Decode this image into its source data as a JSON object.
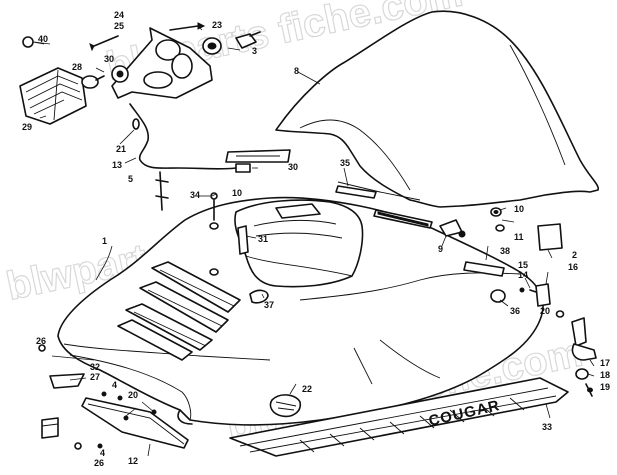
{
  "watermark": "blwparts fiche.com",
  "decal_text": "COUGAR",
  "callouts": {
    "c1": "1",
    "c2": "2",
    "c3": "3",
    "c4a": "4",
    "c4b": "4",
    "c5": "5",
    "c8": "8",
    "c9": "9",
    "c10a": "10",
    "c10b": "10",
    "c11": "11",
    "c12": "12",
    "c13": "13",
    "c14": "14",
    "c15": "15",
    "c16": "16",
    "c17": "17",
    "c18": "18",
    "c19": "19",
    "c20a": "20",
    "c20b": "20",
    "c21": "21",
    "c22": "22",
    "c23": "23",
    "c24": "24",
    "c25": "25",
    "c26a": "26",
    "c26b": "26",
    "c27": "27",
    "c28": "28",
    "c29": "29",
    "c30a": "30",
    "c30b": "30",
    "c31": "31",
    "c32": "32",
    "c33": "33",
    "c34": "34",
    "c35": "35",
    "c36": "36",
    "c37": "37",
    "c38": "38",
    "c40": "40"
  },
  "colors": {
    "ink": "#111111",
    "watermark": "#cfcfcf",
    "background": "#ffffff"
  }
}
